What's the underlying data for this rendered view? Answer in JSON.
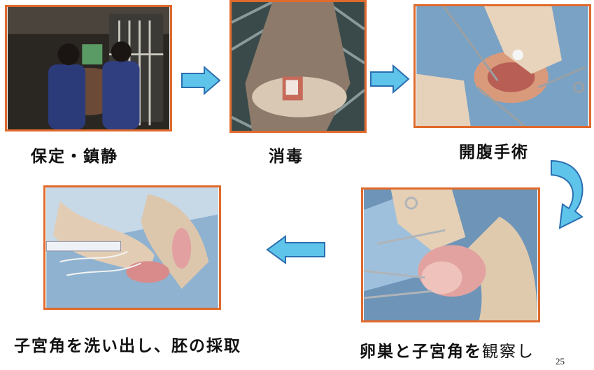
{
  "steps": [
    {
      "id": "restraint",
      "caption": "保定・鎮静",
      "photo_icon": "pig-restraint-photo"
    },
    {
      "id": "disinfection",
      "caption": "消毒",
      "photo_icon": "disinfection-photo"
    },
    {
      "id": "laparotomy",
      "caption": "開腹手術",
      "photo_icon": "laparotomy-photo"
    },
    {
      "id": "observation",
      "caption_bold": "卵巣と子宮角を",
      "caption_light": "観察し",
      "photo_icon": "ovary-observation-photo"
    },
    {
      "id": "embryo_collection",
      "caption": "子宮角を洗い出し、胚の採取",
      "photo_icon": "embryo-flushing-photo"
    }
  ],
  "page_number": "25",
  "colors": {
    "photo_border": "#e06a2c",
    "arrow_fill": "#5fc4ea",
    "arrow_stroke": "#2a6fb0"
  }
}
